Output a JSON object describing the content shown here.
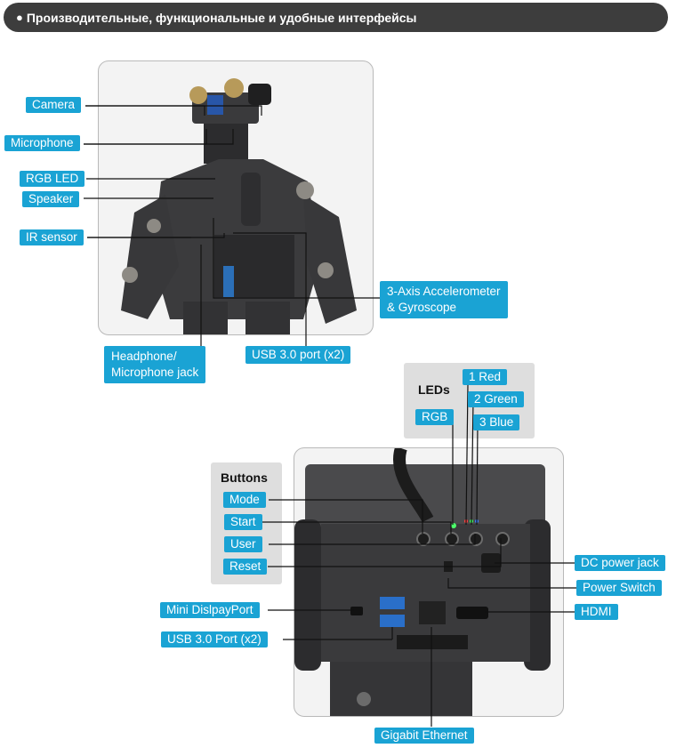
{
  "header": {
    "bullet": "●",
    "title": "Производительные, функциональные и удобные интерфейсы"
  },
  "robot_labels": {
    "camera": "Camera",
    "microphone": "Microphone",
    "rgb_led": "RGB LED",
    "speaker": "Speaker",
    "ir_sensor": "IR sensor",
    "accelerometer": "3-Axis Accelerometer\n& Gyroscope",
    "headphone": "Headphone/\nMicrophone jack",
    "usb_port_head": "USB 3.0 port (x2)"
  },
  "leds": {
    "title": "LEDs",
    "rgb": "RGB",
    "red": "1 Red",
    "green": "2 Green",
    "blue": "3 Blue"
  },
  "buttons": {
    "title": "Buttons",
    "mode": "Mode",
    "start": "Start",
    "user": "User",
    "reset": "Reset"
  },
  "back_labels": {
    "dc_power": "DC power jack",
    "power_switch": "Power Switch",
    "hdmi": "HDMI",
    "mini_dp": "Mini DislpayPort",
    "usb_back": "USB 3.0 Port (x2)",
    "ethernet": "Gigabit Ethernet"
  },
  "colors": {
    "label_bg": "#1aa3d4",
    "header_bg": "#3d3d3d",
    "group_bg": "#dedede"
  }
}
